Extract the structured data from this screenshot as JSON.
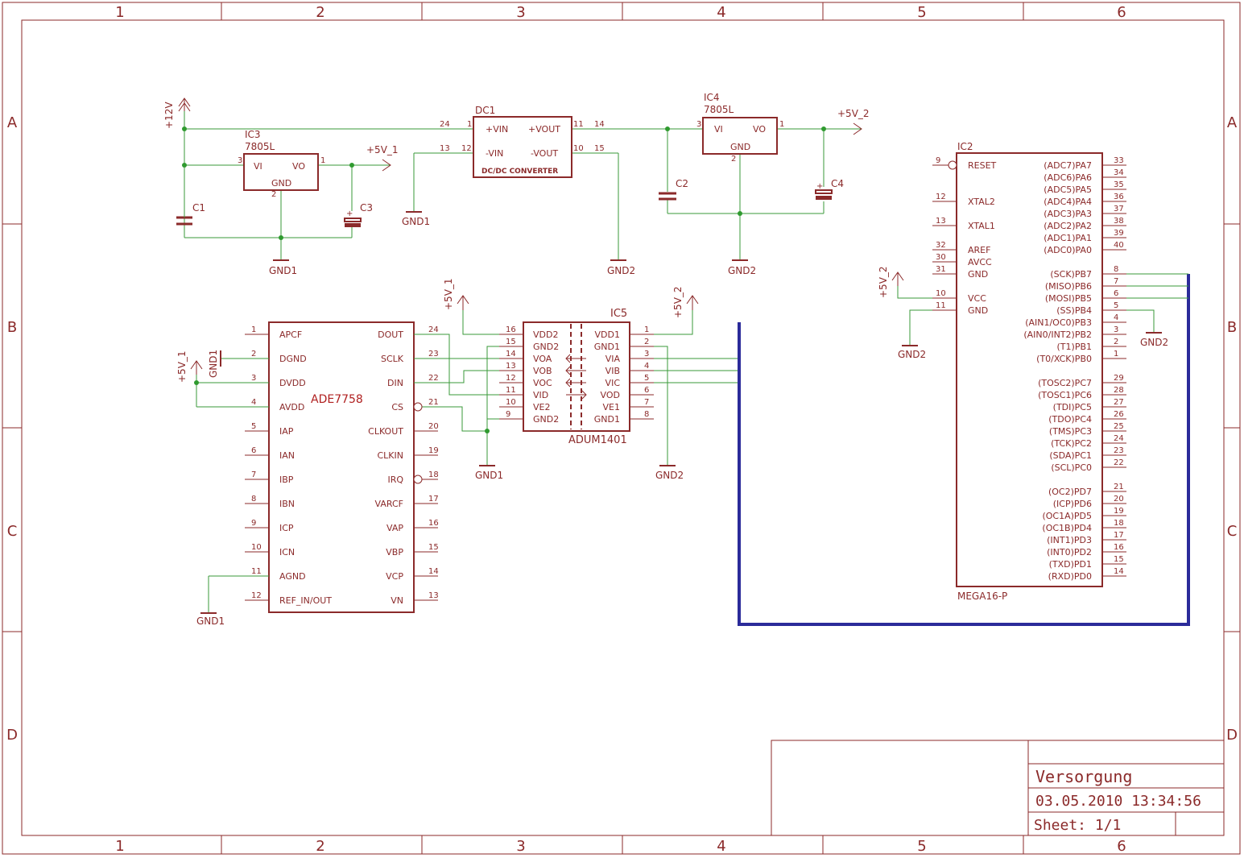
{
  "colors": {
    "frame": "#8b2a2a",
    "net": "#3a9a3a",
    "bus": "#2b2b9a",
    "junction": "#2f9a2f"
  },
  "frame": {
    "cols": [
      "1",
      "2",
      "3",
      "4",
      "5",
      "6"
    ],
    "rows": [
      "A",
      "B",
      "C",
      "D"
    ]
  },
  "title_block": {
    "title": "Versorgung",
    "datetime": "03.05.2010 13:34:56",
    "sheet": "Sheet: 1/1"
  },
  "power_supply": {
    "supply_12v": "+12V",
    "ic3": {
      "name": "IC3",
      "value": "7805L",
      "vi": "VI",
      "vo": "VO",
      "gnd": "GND",
      "pin_in": "3",
      "pin_out": "1",
      "pin_gnd": "2"
    },
    "c1": "C1",
    "c3": "C3",
    "c2": "C2",
    "c4": "C4",
    "out_5v1": "+5V_1",
    "dc1": {
      "name": "DC1",
      "vin_p": "+VIN",
      "vin_n": "-VIN",
      "vout_p": "+VOUT",
      "vout_n": "-VOUT",
      "label": "DC/DC CONVERTER",
      "pin1": "1",
      "pin12": "12",
      "pin11": "11",
      "pin10": "10",
      "net24": "24",
      "net13": "13",
      "net14": "14",
      "net15": "15"
    },
    "ic4": {
      "name": "IC4",
      "value": "7805L",
      "vi": "VI",
      "vo": "VO",
      "gnd": "GND",
      "pin_in": "3",
      "pin_out": "1",
      "pin_gnd": "2"
    },
    "out_5v2": "+5V_2",
    "gnd1": "GND1",
    "gnd2": "GND2"
  },
  "ade7758": {
    "name": "ADE7758",
    "left_pins": [
      {
        "num": "1",
        "name": "APCF"
      },
      {
        "num": "2",
        "name": "DGND"
      },
      {
        "num": "3",
        "name": "DVDD"
      },
      {
        "num": "4",
        "name": "AVDD"
      },
      {
        "num": "5",
        "name": "IAP"
      },
      {
        "num": "6",
        "name": "IAN"
      },
      {
        "num": "7",
        "name": "IBP"
      },
      {
        "num": "8",
        "name": "IBN"
      },
      {
        "num": "9",
        "name": "ICP"
      },
      {
        "num": "10",
        "name": "ICN"
      },
      {
        "num": "11",
        "name": "AGND"
      },
      {
        "num": "12",
        "name": "REF_IN/OUT"
      }
    ],
    "right_pins": [
      {
        "num": "24",
        "name": "DOUT"
      },
      {
        "num": "23",
        "name": "SCLK"
      },
      {
        "num": "22",
        "name": "DIN"
      },
      {
        "num": "21",
        "name": "CS"
      },
      {
        "num": "20",
        "name": "CLKOUT"
      },
      {
        "num": "19",
        "name": "CLKIN"
      },
      {
        "num": "18",
        "name": "IRQ"
      },
      {
        "num": "17",
        "name": "VARCF"
      },
      {
        "num": "16",
        "name": "VAP"
      },
      {
        "num": "15",
        "name": "VBP"
      },
      {
        "num": "14",
        "name": "VCP"
      },
      {
        "num": "13",
        "name": "VN"
      }
    ],
    "gnd_left": "GND1",
    "gnd_bottom": "GND1",
    "supply": "+5V_1"
  },
  "ic5": {
    "name": "IC5",
    "part": "ADUM1401",
    "left_pins": [
      {
        "num": "16",
        "name": "VDD2"
      },
      {
        "num": "15",
        "name": "GND2"
      },
      {
        "num": "14",
        "name": "VOA"
      },
      {
        "num": "13",
        "name": "VOB"
      },
      {
        "num": "12",
        "name": "VOC"
      },
      {
        "num": "11",
        "name": "VID"
      },
      {
        "num": "10",
        "name": "VE2"
      },
      {
        "num": "9",
        "name": "GND2"
      }
    ],
    "right_pins": [
      {
        "num": "1",
        "name": "VDD1"
      },
      {
        "num": "2",
        "name": "GND1"
      },
      {
        "num": "3",
        "name": "VIA"
      },
      {
        "num": "4",
        "name": "VIB"
      },
      {
        "num": "5",
        "name": "VIC"
      },
      {
        "num": "6",
        "name": "VOD"
      },
      {
        "num": "7",
        "name": "VE1"
      },
      {
        "num": "8",
        "name": "GND1"
      }
    ],
    "supply_left": "+5V_1",
    "supply_right": "+5V_2",
    "gnd_left": "GND1",
    "gnd_right": "GND2"
  },
  "ic2": {
    "name": "IC2",
    "part": "MEGA16-P",
    "left_pins": [
      {
        "num": "9",
        "name": "RESET"
      },
      {
        "num": "12",
        "name": "XTAL2"
      },
      {
        "num": "13",
        "name": "XTAL1"
      },
      {
        "num": "32",
        "name": "AREF"
      },
      {
        "num": "30",
        "name": "AVCC"
      },
      {
        "num": "31",
        "name": "GND"
      },
      {
        "num": "10",
        "name": "VCC"
      },
      {
        "num": "11",
        "name": "GND"
      }
    ],
    "right_pins": [
      {
        "num": "33",
        "name": "(ADC7)PA7"
      },
      {
        "num": "34",
        "name": "(ADC6)PA6"
      },
      {
        "num": "35",
        "name": "(ADC5)PA5"
      },
      {
        "num": "36",
        "name": "(ADC4)PA4"
      },
      {
        "num": "37",
        "name": "(ADC3)PA3"
      },
      {
        "num": "38",
        "name": "(ADC2)PA2"
      },
      {
        "num": "39",
        "name": "(ADC1)PA1"
      },
      {
        "num": "40",
        "name": "(ADC0)PA0"
      },
      {
        "num": "8",
        "name": "(SCK)PB7"
      },
      {
        "num": "7",
        "name": "(MISO)PB6"
      },
      {
        "num": "6",
        "name": "(MOSI)PB5"
      },
      {
        "num": "5",
        "name": "(SS)PB4"
      },
      {
        "num": "4",
        "name": "(AIN1/OC0)PB3"
      },
      {
        "num": "3",
        "name": "(AIN0/INT2)PB2"
      },
      {
        "num": "2",
        "name": "(T1)PB1"
      },
      {
        "num": "1",
        "name": "(T0/XCK)PB0"
      },
      {
        "num": "29",
        "name": "(TOSC2)PC7"
      },
      {
        "num": "28",
        "name": "(TOSC1)PC6"
      },
      {
        "num": "27",
        "name": "(TDI)PC5"
      },
      {
        "num": "26",
        "name": "(TDO)PC4"
      },
      {
        "num": "25",
        "name": "(TMS)PC3"
      },
      {
        "num": "24",
        "name": "(TCK)PC2"
      },
      {
        "num": "23",
        "name": "(SDA)PC1"
      },
      {
        "num": "22",
        "name": "(SCL)PC0"
      },
      {
        "num": "21",
        "name": "(OC2)PD7"
      },
      {
        "num": "20",
        "name": "(ICP)PD6"
      },
      {
        "num": "19",
        "name": "(OC1A)PD5"
      },
      {
        "num": "18",
        "name": "(OC1B)PD4"
      },
      {
        "num": "17",
        "name": "(INT1)PD3"
      },
      {
        "num": "16",
        "name": "(INT0)PD2"
      },
      {
        "num": "15",
        "name": "(TXD)PD1"
      },
      {
        "num": "14",
        "name": "(RXD)PD0"
      }
    ],
    "supply": "+5V_2",
    "gnd_left": "GND2",
    "gnd_right": "GND2"
  }
}
